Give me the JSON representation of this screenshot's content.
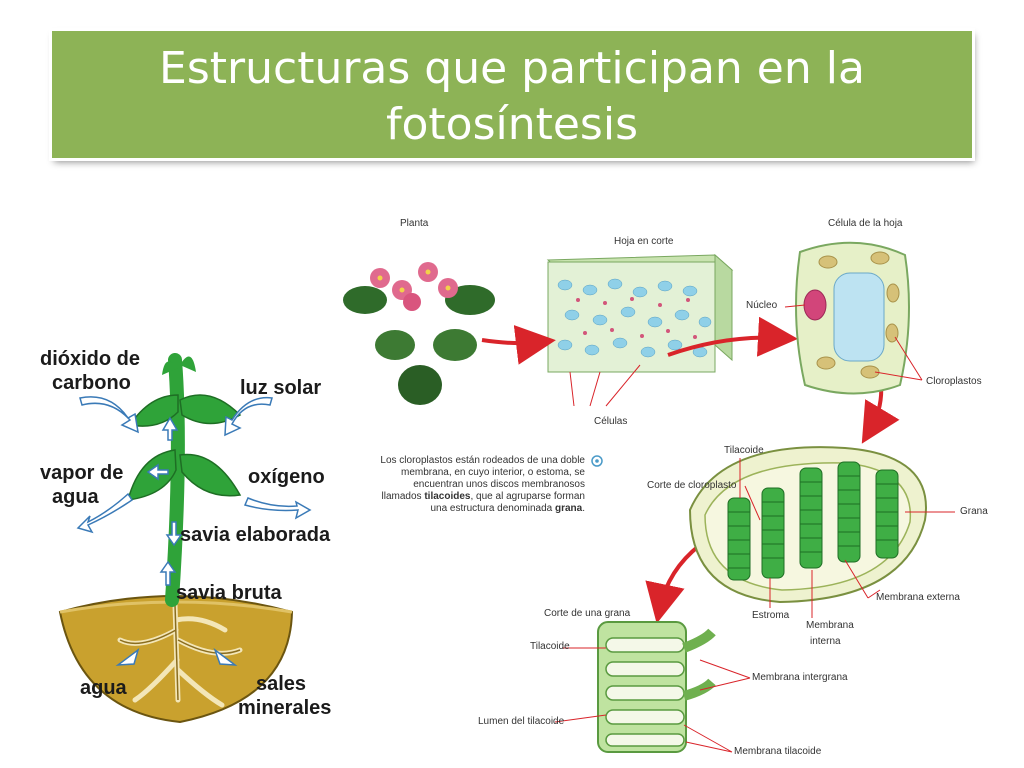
{
  "slide": {
    "title": "Estructuras que participan en la fotosíntesis",
    "colors": {
      "title_bg": "#8db356",
      "title_text": "#ffffff",
      "plant_green": "#2fa339",
      "soil": "#c9a12e",
      "arrow_red": "#d9242a"
    }
  },
  "plant_diagram": {
    "labels": {
      "co2_line1": "dióxido de",
      "co2_line2": "carbono",
      "light": "luz solar",
      "vapor_line1": "vapor de",
      "vapor_line2": "agua",
      "oxygen": "oxígeno",
      "elaborated_sap": "savia elaborada",
      "raw_sap": "savia bruta",
      "water": "agua",
      "minerals_line1": "sales",
      "minerals_line2": "minerales"
    }
  },
  "chloroplast_diagram": {
    "labels": {
      "plant": "Planta",
      "leaf_section": "Hoja en corte",
      "leaf_cell": "Célula de la hoja",
      "nucleus": "Núcleo",
      "chloroplasts": "Cloroplastos",
      "cells": "Células",
      "thylakoid_top": "Tilacoide",
      "chloroplast_section": "Corte de cloroplasto",
      "grana": "Grana",
      "stroma": "Estroma",
      "inner_membrane_line1": "Membrana",
      "inner_membrane_line2": "interna",
      "outer_membrane": "Membrana externa",
      "granum_section": "Corte de una grana",
      "thylakoid_bottom": "Tilacoide",
      "intergrana_membrane": "Membrana intergrana",
      "thylakoid_lumen": "Lumen del tilacoide",
      "thylakoid_membrane": "Membrana tilacoide"
    },
    "description": {
      "part1": "Los cloroplastos están rodeados de una doble membrana, en cuyo interior, o estoma, se encuentran unos discos membranosos llamados ",
      "bold1": "tilacoides",
      "part2": ", que al agruparse forman una estructura denominada ",
      "bold2": "grana",
      "part3": "."
    }
  }
}
